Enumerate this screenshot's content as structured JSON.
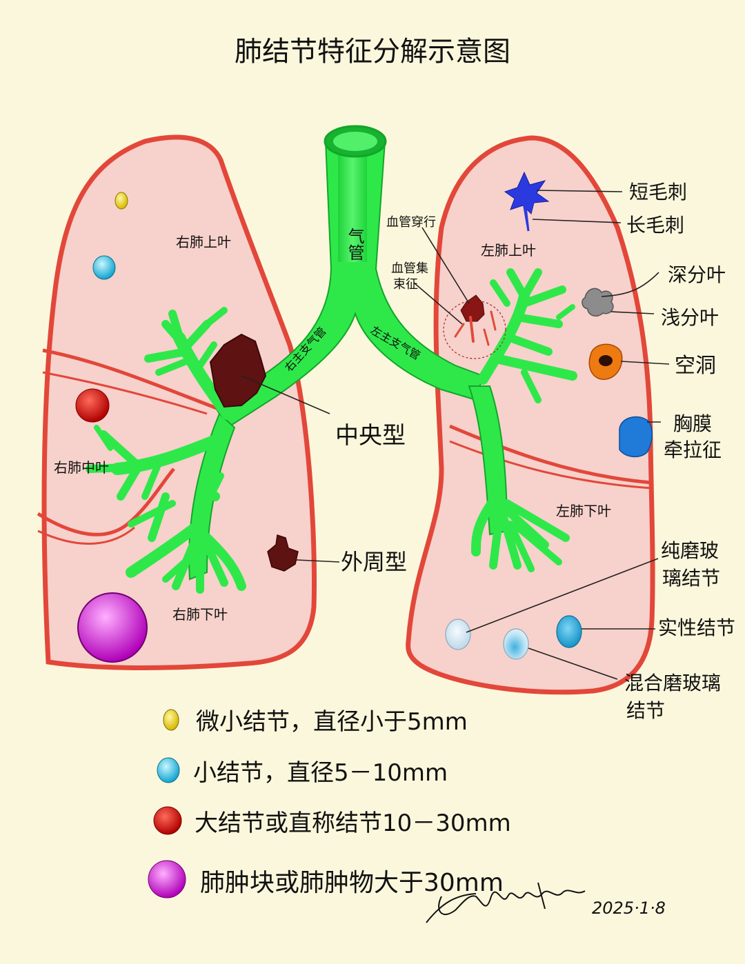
{
  "title": "肺结节特征分解示意图",
  "airway": {
    "trachea": "气管",
    "right_main_bronchus": "右主支气管",
    "left_main_bronchus": "左主支气管"
  },
  "lobes": {
    "right_upper": "右肺上叶",
    "right_middle": "右肺中叶",
    "right_lower": "右肺下叶",
    "left_upper": "左肺上叶",
    "left_lower": "左肺下叶"
  },
  "features": {
    "vessel_penetration": "血管穿行",
    "vascular_convergence_line1": "血管集",
    "vascular_convergence_line2": "束征",
    "short_spiculation": "短毛刺",
    "long_spiculation": "长毛刺",
    "deep_lobulation": "深分叶",
    "shallow_lobulation": "浅分叶",
    "cavity": "空洞",
    "pleural_retraction_line1": "胸膜",
    "pleural_retraction_line2": "牵拉征",
    "pure_ggn_line1": "纯磨玻",
    "pure_ggn_line2": "璃结节",
    "solid_nodule": "实性结节",
    "mixed_ggn_line1": "混合磨玻璃",
    "mixed_ggn_line2": "结节"
  },
  "types": {
    "central": "中央型",
    "peripheral": "外周型"
  },
  "legend": [
    {
      "color": "#e6d21c",
      "text": "微小结节，直径小于5mm"
    },
    {
      "color": "#1fb8dc",
      "text": "小结节，直径5－10mm"
    },
    {
      "color": "#d01616",
      "text": "大结节或直称结节10－30mm"
    },
    {
      "color": "#d418d4",
      "text": "肺肿块或肺肿物大于30mm"
    }
  ],
  "signature_date": "2025·1·8",
  "colors": {
    "background": "#fbf7dc",
    "lung_fill": "#f7d1cb",
    "lung_border": "#e2473a",
    "airway": "#2ee84a",
    "tumor": "#5e1212"
  }
}
